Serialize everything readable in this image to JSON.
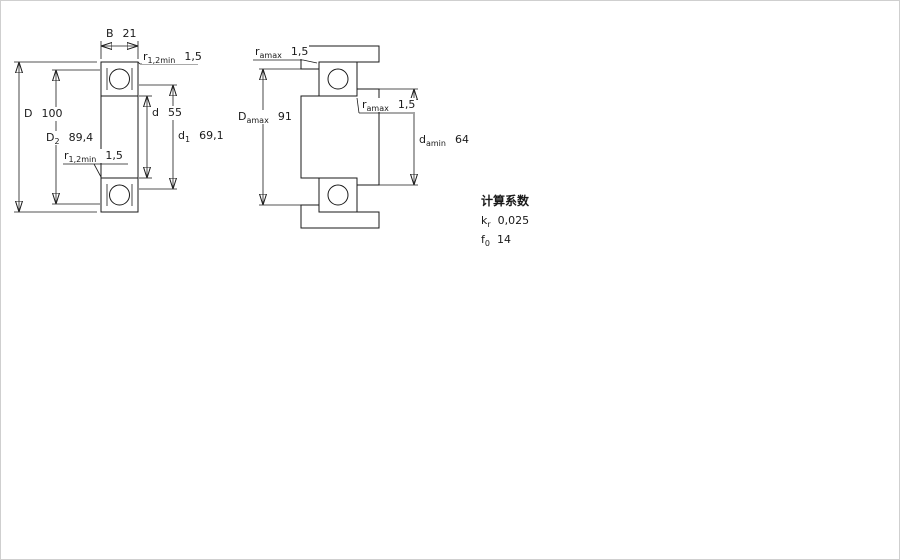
{
  "drawing": {
    "colors": {
      "fill": "#9db8cc",
      "line": "#1a1a1a"
    },
    "left_view": {
      "name": "bearing-cross-section",
      "dims": {
        "B": {
          "sym": "B",
          "sub": "",
          "val": "21"
        },
        "r_top": {
          "sym": "r",
          "sub": "1,2min",
          "val": "1,5"
        },
        "D": {
          "sym": "D",
          "sub": "",
          "val": "100"
        },
        "D2": {
          "sym": "D",
          "sub": "2",
          "val": "89,4"
        },
        "d": {
          "sym": "d",
          "sub": "",
          "val": "55"
        },
        "d1": {
          "sym": "d",
          "sub": "1",
          "val": "69,1"
        },
        "r_bottom": {
          "sym": "r",
          "sub": "1,2min",
          "val": "1,5"
        }
      }
    },
    "right_view": {
      "name": "abutment-dimensions",
      "dims": {
        "ra_top": {
          "sym": "r",
          "sub": "amax",
          "val": "1,5"
        },
        "Da": {
          "sym": "D",
          "sub": "amax",
          "val": "91"
        },
        "ra_right": {
          "sym": "r",
          "sub": "amax",
          "val": "1,5"
        },
        "da": {
          "sym": "d",
          "sub": "amin",
          "val": "64"
        }
      }
    }
  },
  "calculation_factors": {
    "title": "计算系数",
    "rows": [
      {
        "sym": "k",
        "sub": "r",
        "val": "0,025"
      },
      {
        "sym": "f",
        "sub": "0",
        "val": "14"
      }
    ]
  }
}
